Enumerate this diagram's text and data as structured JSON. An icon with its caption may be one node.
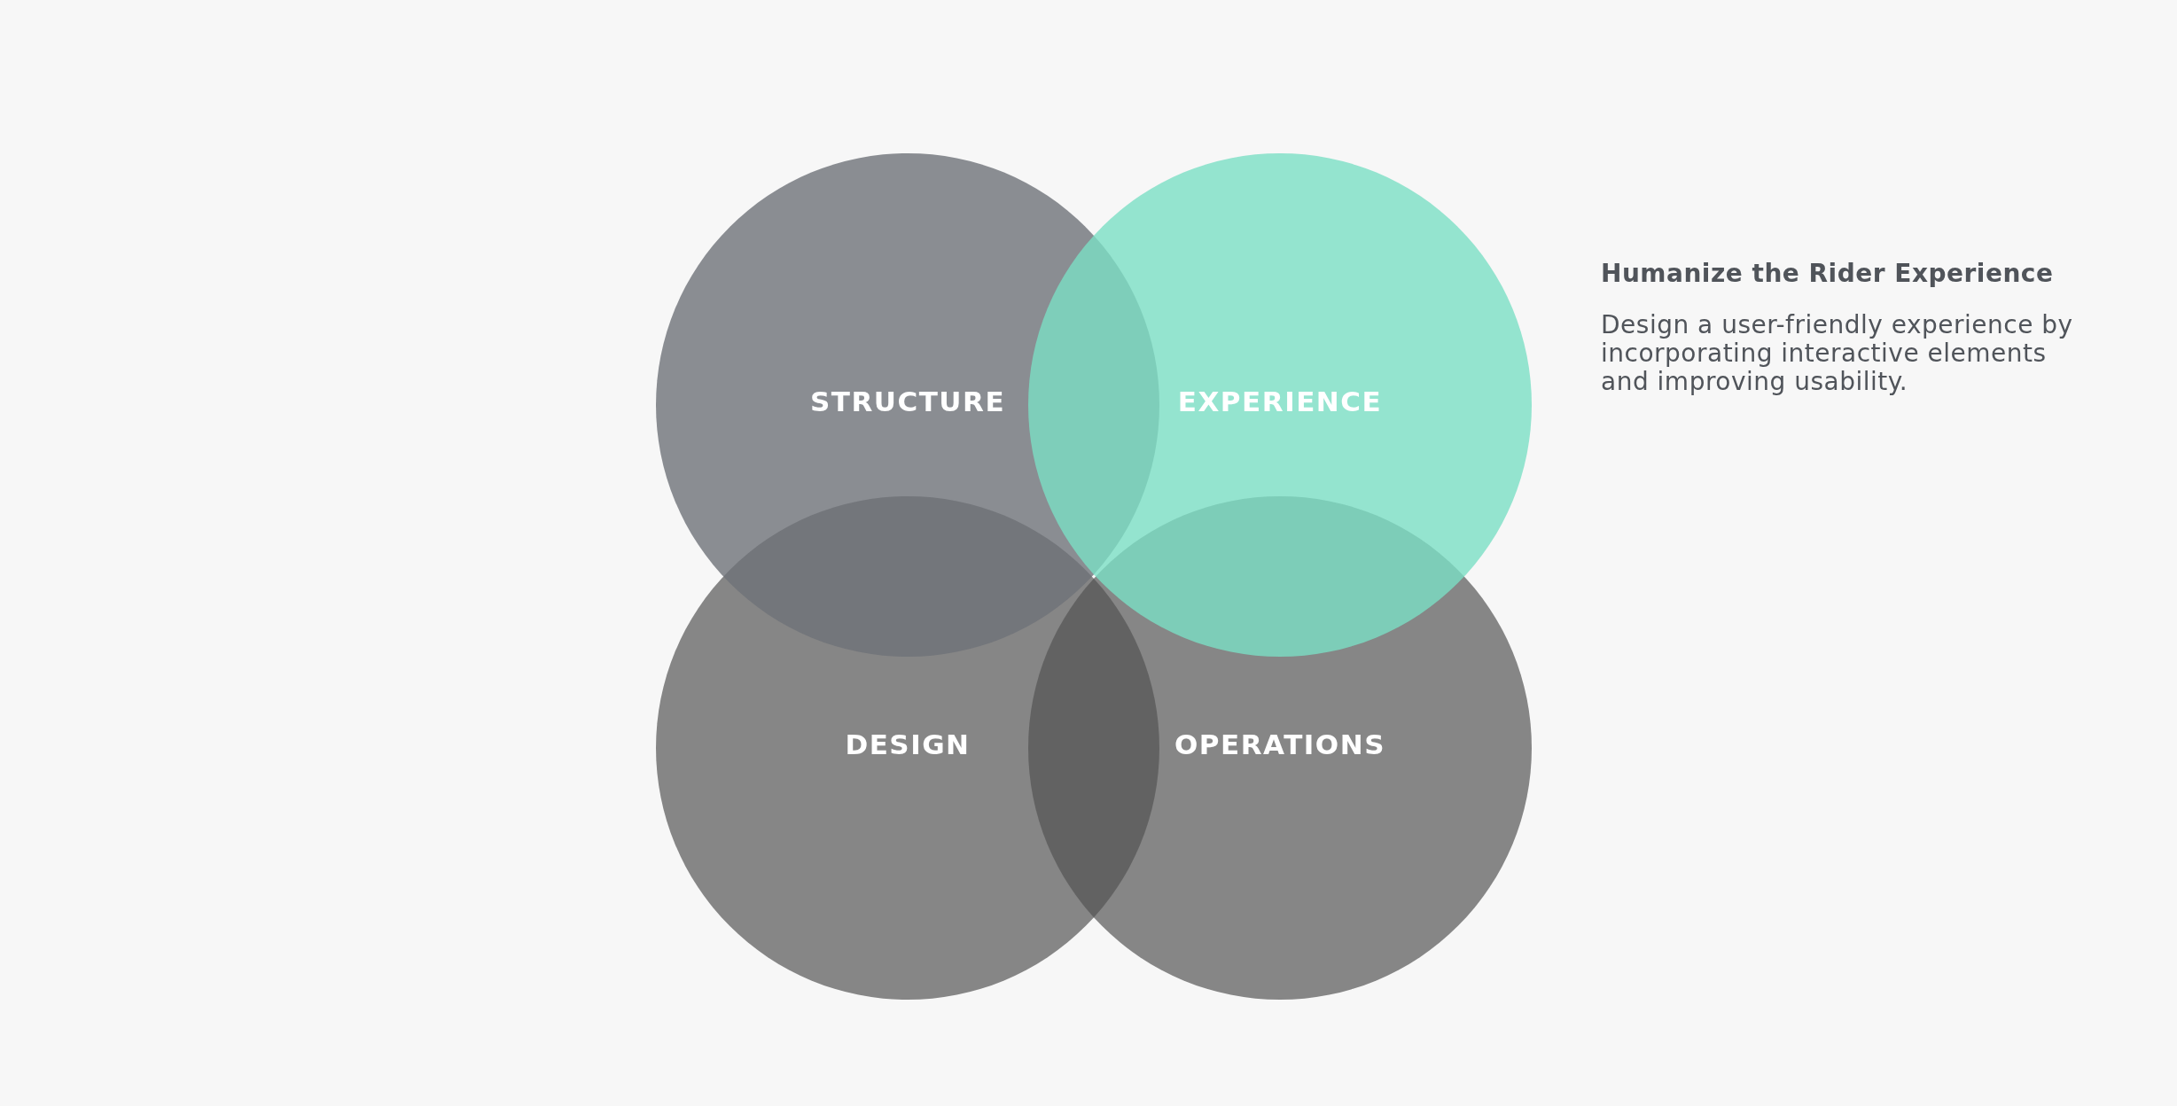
{
  "diagram": {
    "title": "Humanize the Rider Experience",
    "nodes": [
      {
        "text": [
          "STRUCTURE"
        ]
      },
      {
        "text": [
          "EXPERIENCE"
        ]
      },
      {
        "text": [
          "DESIGN"
        ]
      },
      {
        "text": [
          "OPERATIONS"
        ]
      }
    ],
    "labels": [
      "Design a user-friendly experience by incorporating interactive elements and improving usability."
    ]
  }
}
